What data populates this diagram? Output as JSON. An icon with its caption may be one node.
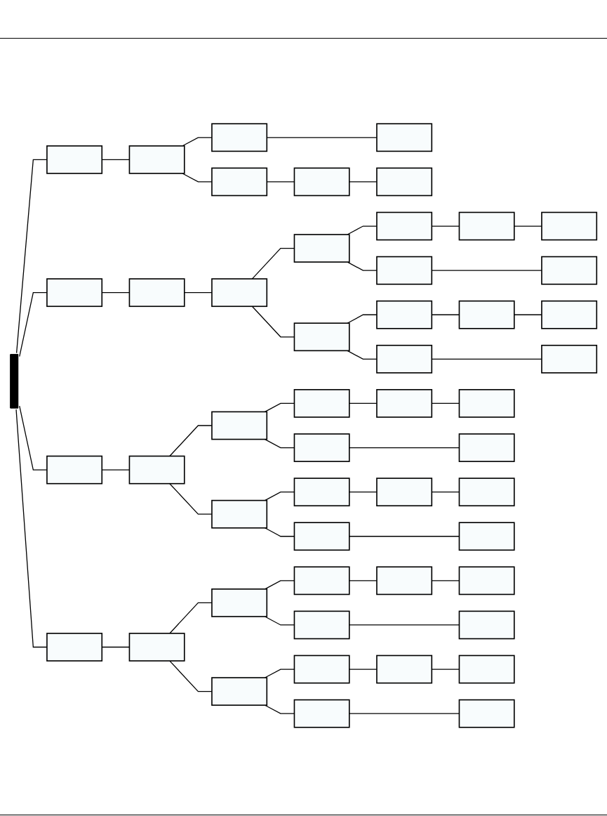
{
  "diagram": {
    "nodes": [
      {
        "text": [],
        "shape": "bar"
      },
      {
        "text": [],
        "shape": "box"
      },
      {
        "text": [],
        "shape": "box"
      },
      {
        "text": [],
        "shape": "box"
      },
      {
        "text": [],
        "shape": "box"
      },
      {
        "text": [],
        "shape": "box"
      },
      {
        "text": [],
        "shape": "box"
      },
      {
        "text": [],
        "shape": "box"
      },
      {
        "text": [],
        "shape": "box"
      },
      {
        "text": [],
        "shape": "box"
      },
      {
        "text": [],
        "shape": "box"
      },
      {
        "text": [],
        "shape": "box"
      },
      {
        "text": [],
        "shape": "box"
      },
      {
        "text": [],
        "shape": "box"
      },
      {
        "text": [],
        "shape": "box"
      },
      {
        "text": [],
        "shape": "box"
      },
      {
        "text": [],
        "shape": "box"
      },
      {
        "text": [],
        "shape": "box"
      },
      {
        "text": [],
        "shape": "box"
      },
      {
        "text": [],
        "shape": "box"
      },
      {
        "text": [],
        "shape": "box"
      },
      {
        "text": [],
        "shape": "box"
      },
      {
        "text": [],
        "shape": "box"
      },
      {
        "text": [],
        "shape": "box"
      },
      {
        "text": [],
        "shape": "box"
      },
      {
        "text": [],
        "shape": "box"
      },
      {
        "text": [],
        "shape": "box"
      },
      {
        "text": [],
        "shape": "box"
      },
      {
        "text": [],
        "shape": "box"
      },
      {
        "text": [],
        "shape": "box"
      },
      {
        "text": [],
        "shape": "box"
      },
      {
        "text": [],
        "shape": "box"
      },
      {
        "text": [],
        "shape": "box"
      },
      {
        "text": [],
        "shape": "box"
      },
      {
        "text": [],
        "shape": "box"
      },
      {
        "text": [],
        "shape": "box"
      },
      {
        "text": [],
        "shape": "box"
      },
      {
        "text": [],
        "shape": "box"
      },
      {
        "text": [],
        "shape": "box"
      },
      {
        "text": [],
        "shape": "box"
      },
      {
        "text": [],
        "shape": "box"
      },
      {
        "text": [],
        "shape": "box"
      },
      {
        "text": [],
        "shape": "box"
      },
      {
        "text": [],
        "shape": "box"
      },
      {
        "text": [],
        "shape": "box"
      },
      {
        "text": [],
        "shape": "box"
      },
      {
        "text": [],
        "shape": "box"
      },
      {
        "text": [],
        "shape": "box"
      },
      {
        "text": [],
        "shape": "box"
      },
      {
        "text": [],
        "shape": "box"
      },
      {
        "text": [],
        "shape": "box"
      }
    ],
    "edges": [
      {
        "from": 0,
        "to": 1,
        "arrow": "none"
      },
      {
        "from": 1,
        "to": 2,
        "arrow": "none"
      },
      {
        "from": 2,
        "to": 3,
        "arrow": "none"
      },
      {
        "from": 3,
        "to": 4,
        "arrow": "none"
      },
      {
        "from": 2,
        "to": 5,
        "arrow": "none"
      },
      {
        "from": 5,
        "to": 6,
        "arrow": "none"
      },
      {
        "from": 6,
        "to": 7,
        "arrow": "none"
      },
      {
        "from": 0,
        "to": 8,
        "arrow": "none"
      },
      {
        "from": 8,
        "to": 9,
        "arrow": "none"
      },
      {
        "from": 9,
        "to": 10,
        "arrow": "none"
      },
      {
        "from": 10,
        "to": 11,
        "arrow": "none"
      },
      {
        "from": 11,
        "to": 12,
        "arrow": "none"
      },
      {
        "from": 12,
        "to": 13,
        "arrow": "none"
      },
      {
        "from": 13,
        "to": 14,
        "arrow": "none"
      },
      {
        "from": 11,
        "to": 15,
        "arrow": "none"
      },
      {
        "from": 15,
        "to": 16,
        "arrow": "none"
      },
      {
        "from": 10,
        "to": 17,
        "arrow": "none"
      },
      {
        "from": 17,
        "to": 18,
        "arrow": "none"
      },
      {
        "from": 18,
        "to": 19,
        "arrow": "none"
      },
      {
        "from": 19,
        "to": 20,
        "arrow": "none"
      },
      {
        "from": 17,
        "to": 21,
        "arrow": "none"
      },
      {
        "from": 21,
        "to": 22,
        "arrow": "none"
      },
      {
        "from": 0,
        "to": 23,
        "arrow": "none"
      },
      {
        "from": 23,
        "to": 24,
        "arrow": "none"
      },
      {
        "from": 24,
        "to": 25,
        "arrow": "none"
      },
      {
        "from": 25,
        "to": 26,
        "arrow": "none"
      },
      {
        "from": 26,
        "to": 27,
        "arrow": "none"
      },
      {
        "from": 27,
        "to": 28,
        "arrow": "none"
      },
      {
        "from": 25,
        "to": 29,
        "arrow": "none"
      },
      {
        "from": 29,
        "to": 30,
        "arrow": "none"
      },
      {
        "from": 24,
        "to": 31,
        "arrow": "none"
      },
      {
        "from": 31,
        "to": 32,
        "arrow": "none"
      },
      {
        "from": 32,
        "to": 33,
        "arrow": "none"
      },
      {
        "from": 33,
        "to": 34,
        "arrow": "none"
      },
      {
        "from": 31,
        "to": 35,
        "arrow": "none"
      },
      {
        "from": 35,
        "to": 36,
        "arrow": "none"
      },
      {
        "from": 0,
        "to": 37,
        "arrow": "none"
      },
      {
        "from": 37,
        "to": 38,
        "arrow": "none"
      },
      {
        "from": 38,
        "to": 39,
        "arrow": "none"
      },
      {
        "from": 39,
        "to": 40,
        "arrow": "none"
      },
      {
        "from": 40,
        "to": 41,
        "arrow": "none"
      },
      {
        "from": 41,
        "to": 42,
        "arrow": "none"
      },
      {
        "from": 39,
        "to": 43,
        "arrow": "none"
      },
      {
        "from": 43,
        "to": 44,
        "arrow": "none"
      },
      {
        "from": 38,
        "to": 45,
        "arrow": "none"
      },
      {
        "from": 45,
        "to": 46,
        "arrow": "none"
      },
      {
        "from": 46,
        "to": 47,
        "arrow": "none"
      },
      {
        "from": 47,
        "to": 48,
        "arrow": "none"
      },
      {
        "from": 45,
        "to": 49,
        "arrow": "none"
      },
      {
        "from": 49,
        "to": 50,
        "arrow": "none"
      }
    ]
  }
}
